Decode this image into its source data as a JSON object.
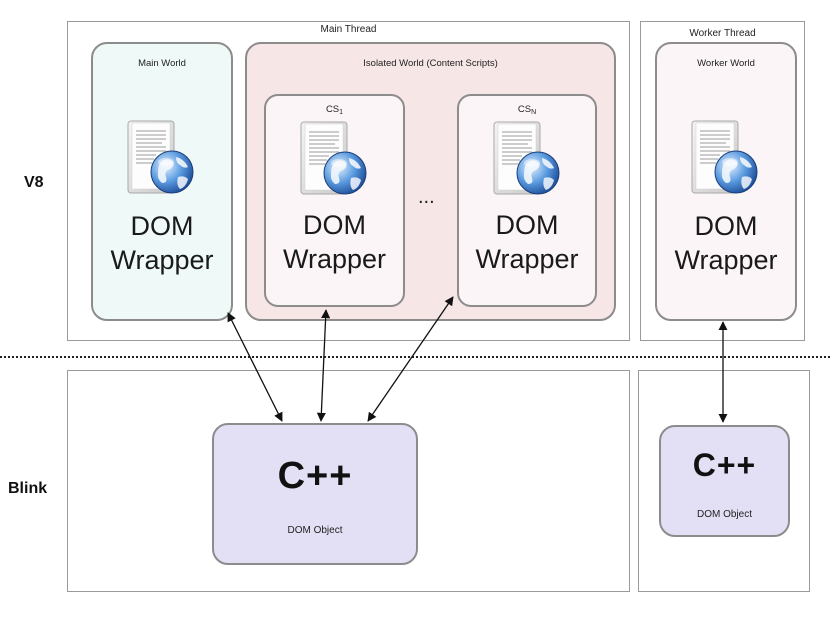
{
  "layers": {
    "v8": "V8",
    "blink": "Blink"
  },
  "threads": {
    "main": "Main Thread",
    "worker": "Worker Thread"
  },
  "worlds": {
    "main": "Main World",
    "isolated": "Isolated World (Content Scripts)",
    "cs1": {
      "base": "CS",
      "sub": "1"
    },
    "csn": {
      "base": "CS",
      "sub": "N"
    },
    "worker": "Worker World"
  },
  "wrapper": {
    "line1": "DOM",
    "line2": "Wrapper"
  },
  "ellipsis": "...",
  "dom_object": {
    "logo": "C++",
    "label": "DOM Object"
  },
  "colors": {
    "main_world_bg": "#eef9f8",
    "isolated_world_bg": "#f6e6e6",
    "content_script_bg": "#fbf5f8",
    "dom_object_bg": "#e3e0f5",
    "border": "#8c8c8c"
  },
  "icons": [
    "document-globe-icon",
    "cpp-logo-icon",
    "double-arrow-icon"
  ]
}
